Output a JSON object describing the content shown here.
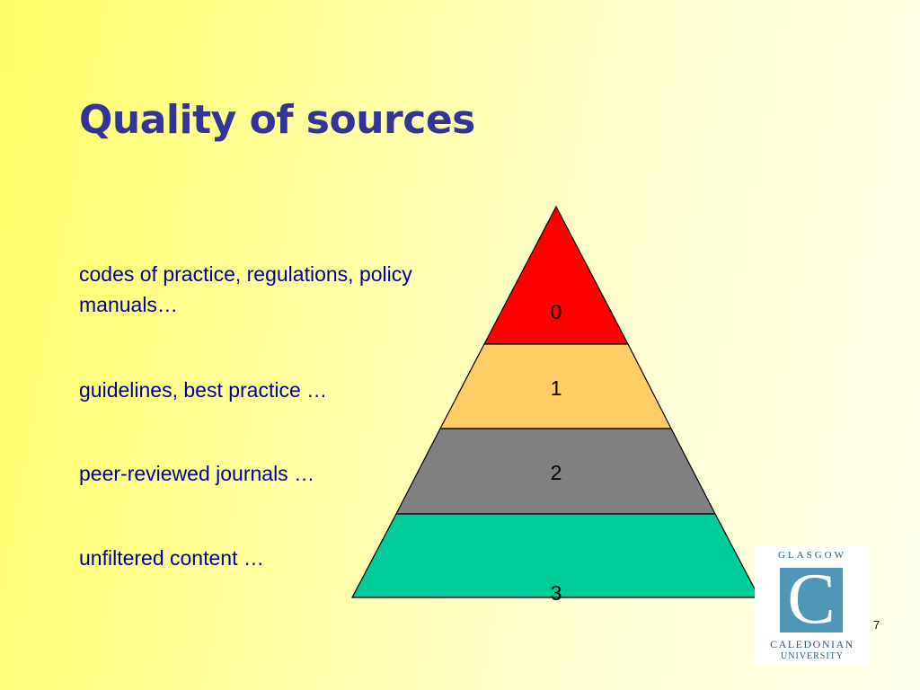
{
  "slide": {
    "title": "Quality of sources",
    "page_number": "7"
  },
  "tiers": [
    {
      "label": "codes of practice, regulations, policy manuals…",
      "level": "0",
      "color": "#ff0000"
    },
    {
      "label": "guidelines, best practice …",
      "level": "1",
      "color": "#ffcc66"
    },
    {
      "label": "peer-reviewed journals …",
      "level": "2",
      "color": "#808080"
    },
    {
      "label": "unfiltered content …",
      "level": "3",
      "color": "#00cc99"
    }
  ],
  "logo": {
    "top_text": "GLASGOW",
    "letter": "C",
    "middle_text": "CALEDONIAN",
    "bottom_text": "UNIVERSITY"
  }
}
